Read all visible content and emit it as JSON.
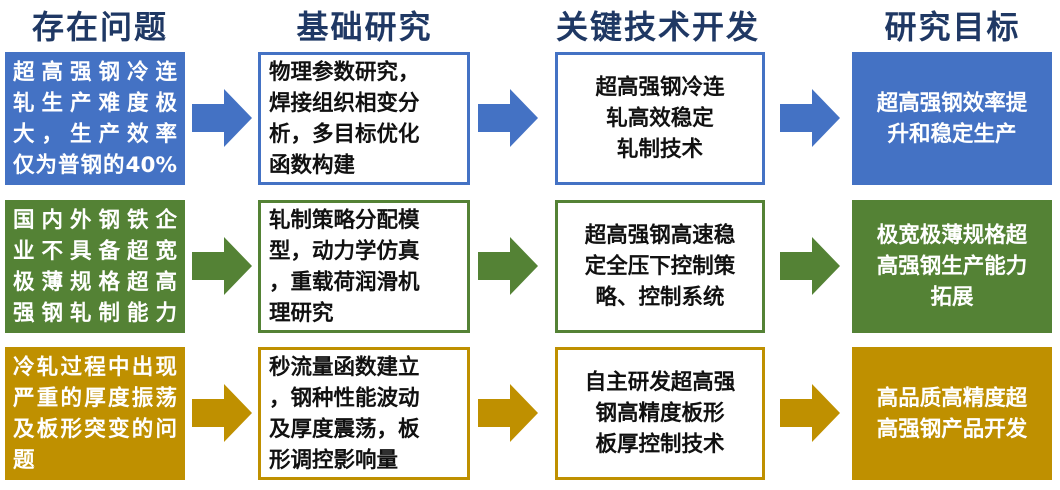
{
  "colors": {
    "blue": "#4472c4",
    "green": "#548235",
    "gold": "#bf9000",
    "header": "#1f3864"
  },
  "headers": [
    "存在问题",
    "基础研究",
    "关键技术开发",
    "研究目标"
  ],
  "rows": [
    {
      "color": "blue",
      "problem": "超高强钢冷连\n轧生产难度极\n大，生产效率\n仅为普钢的40%",
      "research": "物理参数研究，\n焊接组织相变分\n析，多目标优化\n函数构建",
      "technology": "超高强钢冷连\n轧高效稳定\n轧制技术",
      "goal": "超高强钢效率提\n升和稳定生产"
    },
    {
      "color": "green",
      "problem": "国内外钢铁企\n业不具备超宽\n极薄规格超高\n强钢轧制能力",
      "research": "轧制策略分配模\n型，动力学仿真\n，重载荷润滑机\n理研究",
      "technology": "超高强钢高速稳\n定全压下控制策\n略、控制系统",
      "goal": "极宽极薄规格超\n高强钢生产能力\n拓展"
    },
    {
      "color": "gold",
      "problem": "冷轧过程中出现\n严重的厚度振荡\n及板形突变的问\n题",
      "research": "秒流量函数建立\n，钢种性能波动\n及厚度震荡，板\n形调控影响量",
      "technology": "自主研发超高强\n钢高精度板形\n板厚控制技术",
      "goal": "高品质高精度超\n高强钢产品开发"
    }
  ]
}
